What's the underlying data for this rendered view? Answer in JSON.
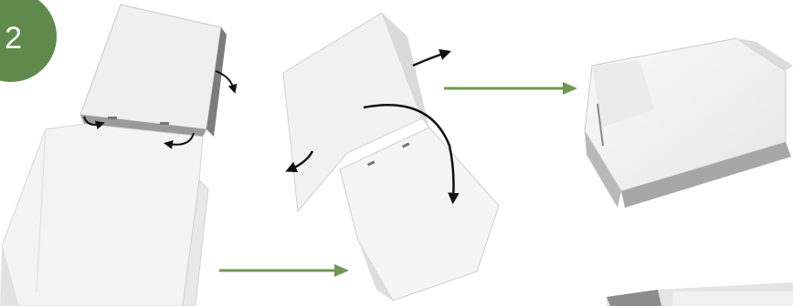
{
  "step": {
    "number": "2"
  },
  "colors": {
    "badge": "#5f8a4b",
    "progress_arrow": "#6f9855",
    "instruction_arrow": "#111111",
    "cardboard_light": "#f3f3f3",
    "cardboard_shadow": "#bfbfbf",
    "cardboard_dark": "#8f8f8f"
  },
  "photos": [
    {
      "id": "photo-1",
      "description_icon": "unfolded-box-icon"
    },
    {
      "id": "photo-2",
      "description_icon": "folding-box-icon"
    },
    {
      "id": "photo-3",
      "description_icon": "folded-tray-icon"
    },
    {
      "id": "photo-4",
      "description_icon": "box-partial-icon"
    }
  ]
}
